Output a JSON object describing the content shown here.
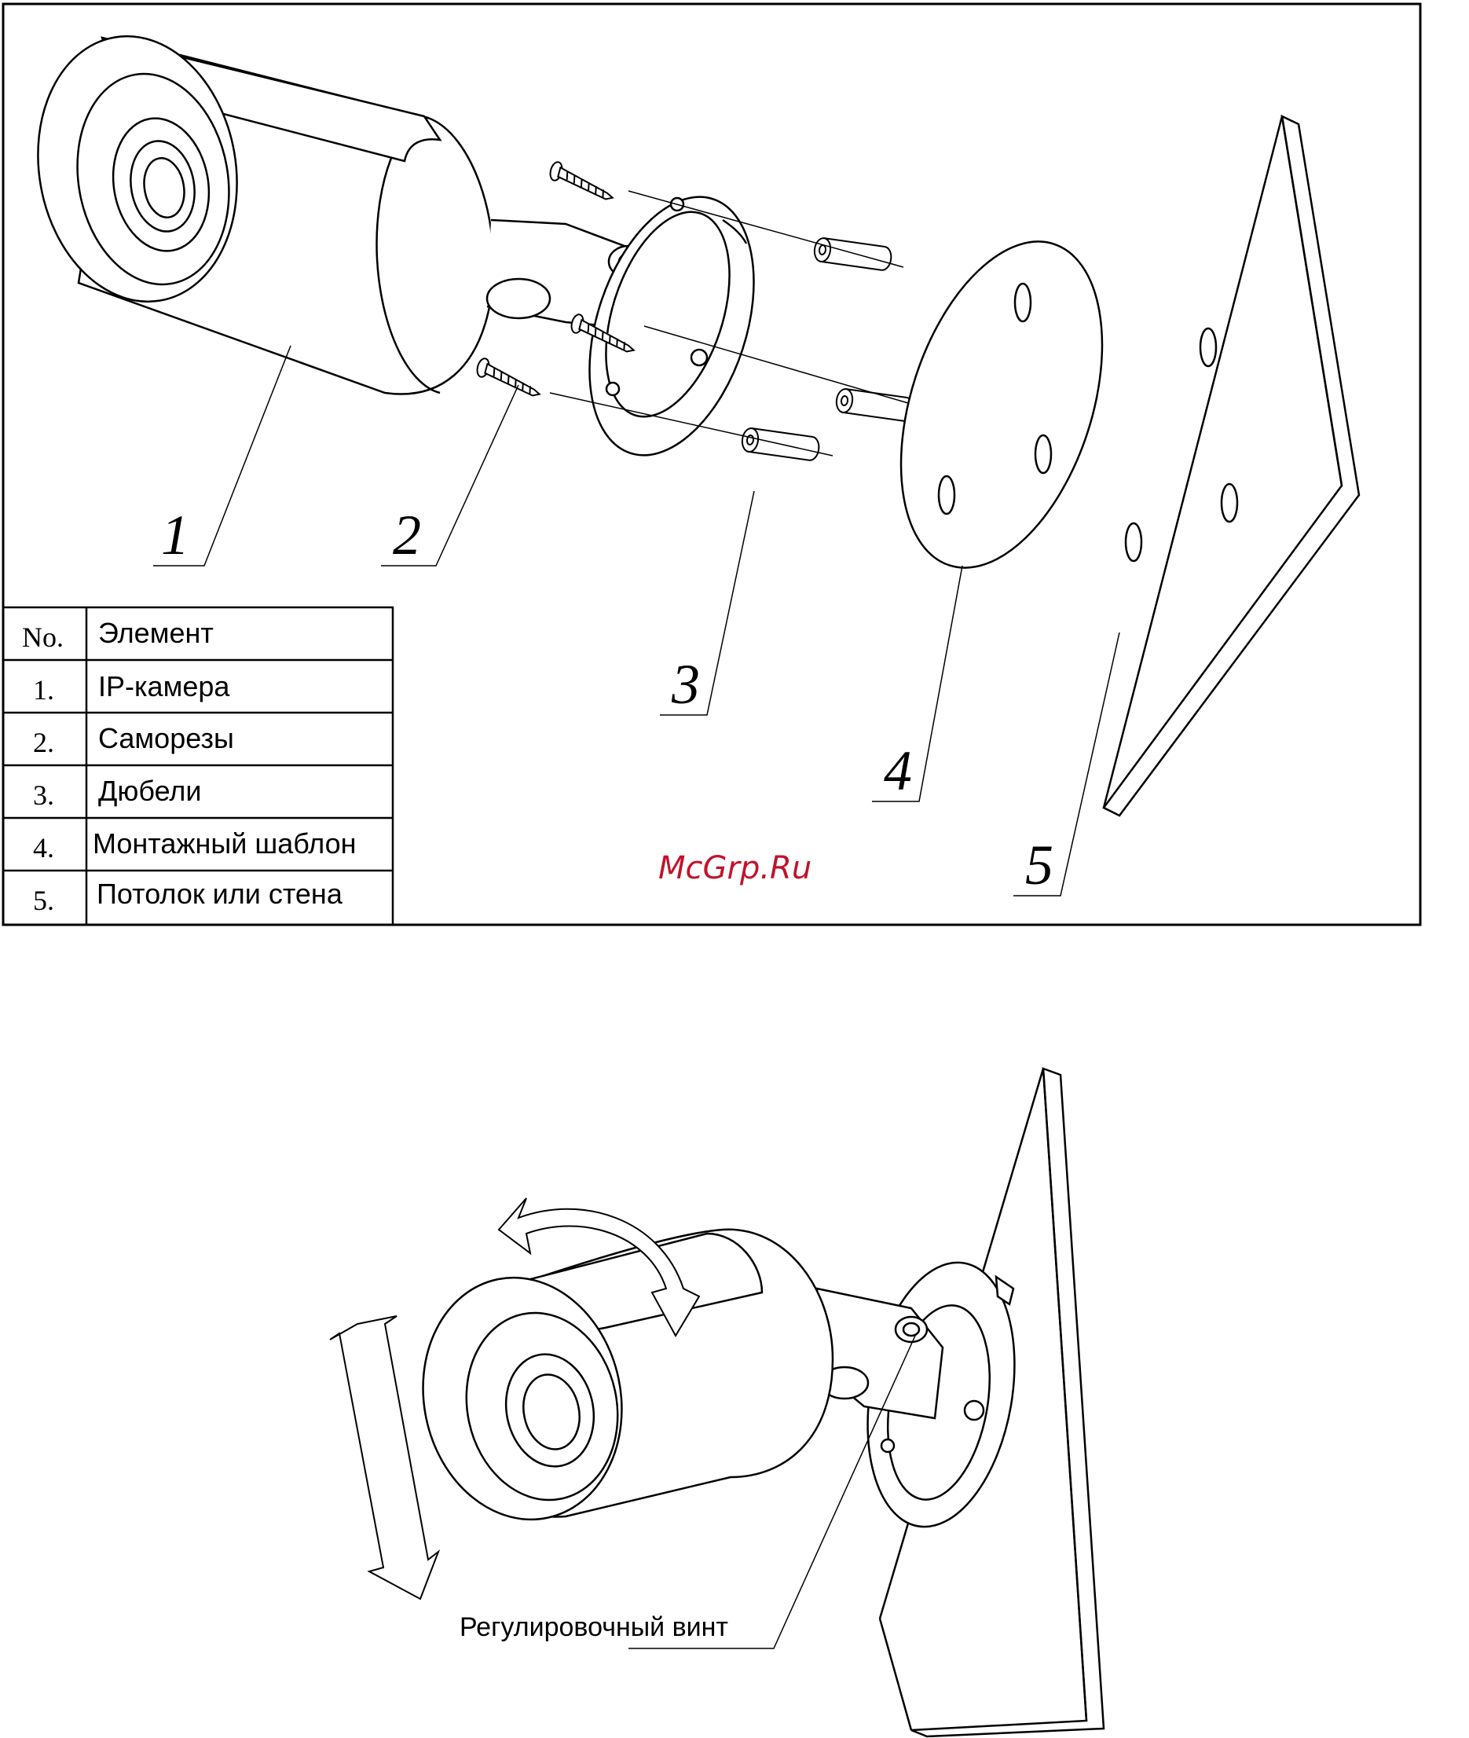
{
  "top_figure": {
    "callouts": [
      "1",
      "2",
      "3",
      "4",
      "5"
    ],
    "table": {
      "header": {
        "no": "No.",
        "item": "Элемент"
      },
      "rows": [
        {
          "no": "1.",
          "item": "IP-камера"
        },
        {
          "no": "2.",
          "item": "Саморезы"
        },
        {
          "no": "3.",
          "item": "Дюбели"
        },
        {
          "no": "4.",
          "item": "Монтажный шаблон"
        },
        {
          "no": "5.",
          "item": "Потолок или стена"
        }
      ]
    }
  },
  "watermark": {
    "text": "McGrp.Ru",
    "color": "#c0142b"
  },
  "bottom_figure": {
    "adjust_label": "Регулировочный винт"
  },
  "colors": {
    "line": "#000000",
    "background": "#ffffff"
  }
}
